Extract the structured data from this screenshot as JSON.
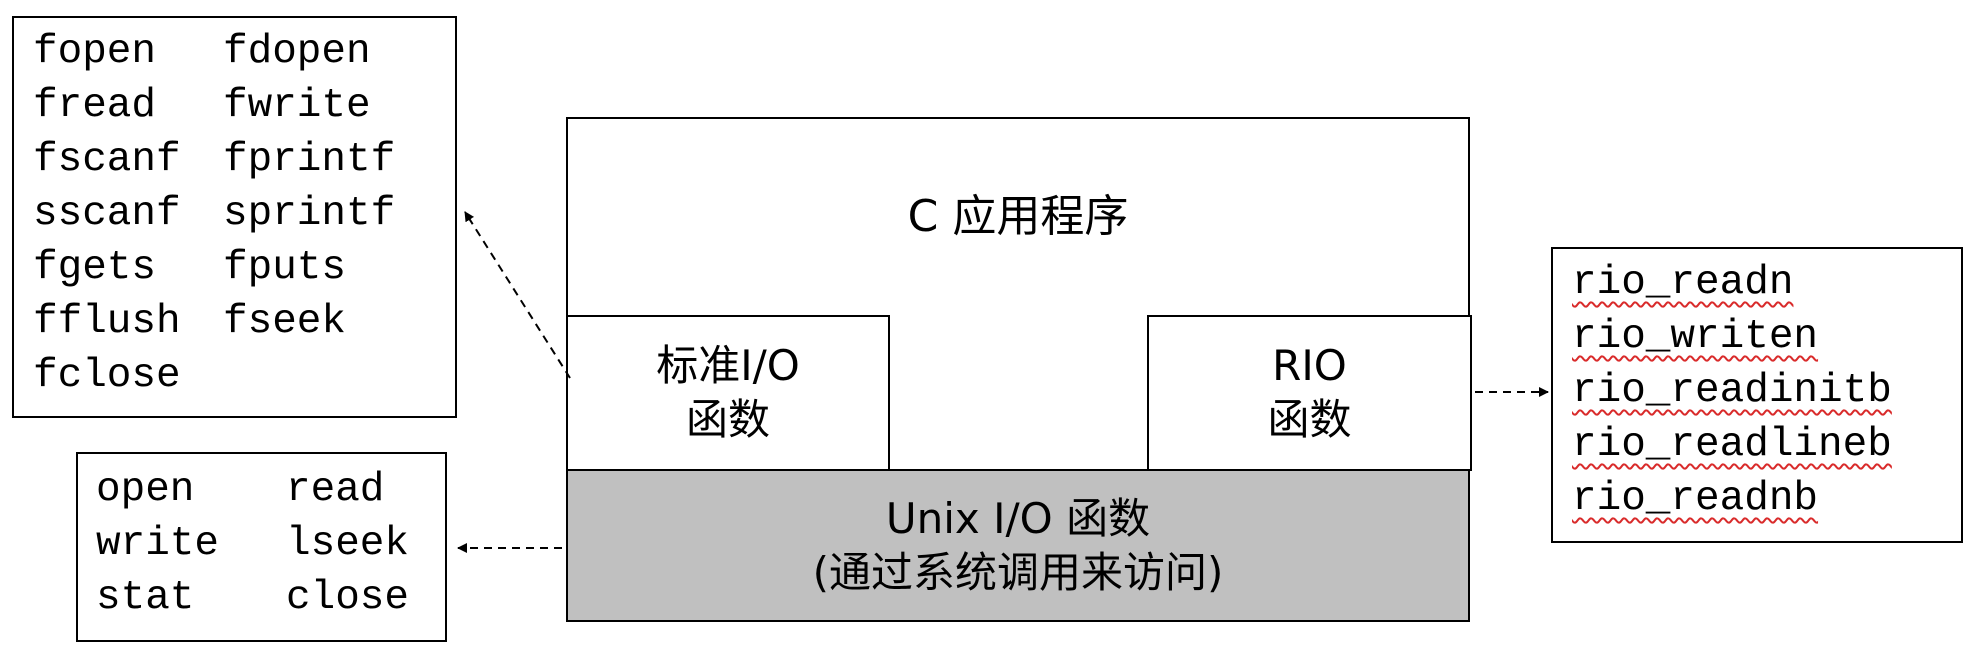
{
  "stdio_functions": [
    [
      "fopen",
      "fdopen"
    ],
    [
      "fread",
      "fwrite"
    ],
    [
      "fscanf",
      "fprintf"
    ],
    [
      "sscanf",
      "sprintf"
    ],
    [
      "fgets",
      "fputs"
    ],
    [
      "fflush",
      "fseek"
    ],
    [
      "fclose",
      ""
    ]
  ],
  "unix_functions": [
    [
      "open",
      "read"
    ],
    [
      "write",
      "lseek"
    ],
    [
      "stat",
      "close"
    ]
  ],
  "rio_functions": [
    "rio_readn",
    "rio_writen",
    "rio_readinitb",
    "rio_readlineb",
    "rio_readnb"
  ],
  "app_block": {
    "label": "C 应用程序"
  },
  "stdio_block": {
    "line1": "标准I/O",
    "line2": "函数"
  },
  "rio_block": {
    "line1": "RIO",
    "line2": "函数"
  },
  "unix_block": {
    "line1": "Unix I/O 函数",
    "line2": "(通过系统调用来访问)",
    "fill": "#c0c0c0"
  }
}
